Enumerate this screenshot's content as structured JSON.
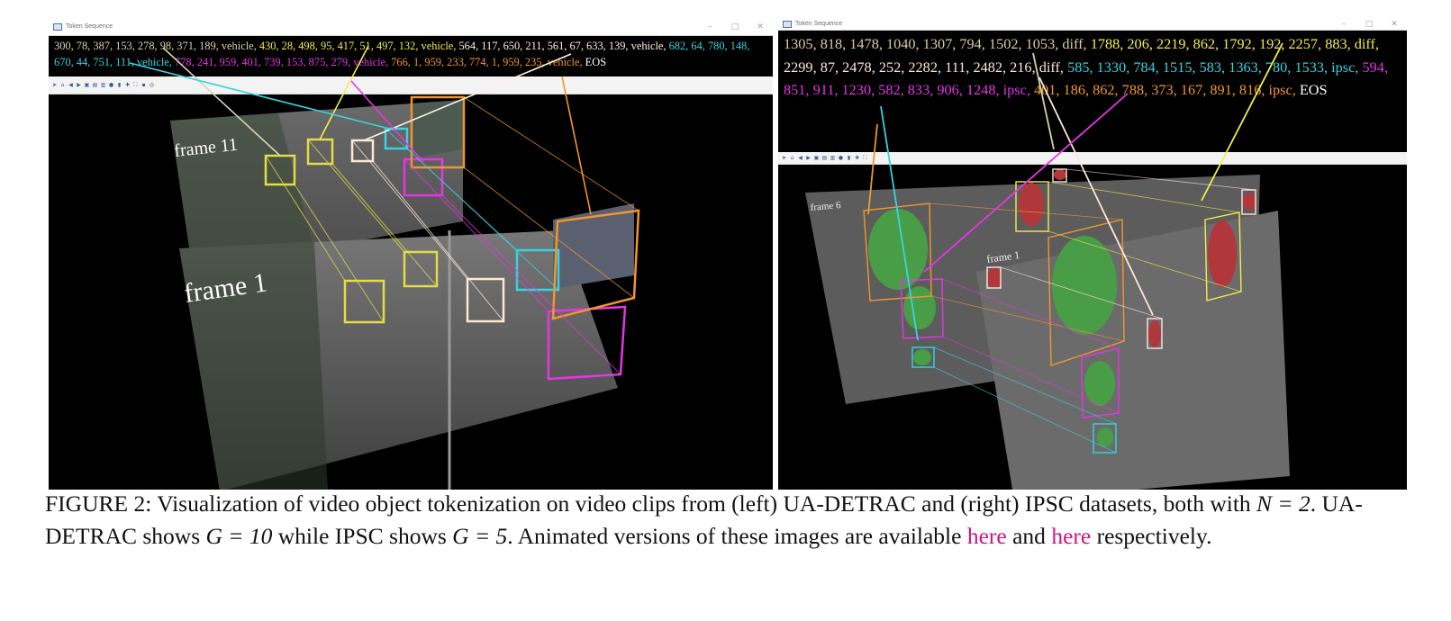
{
  "left": {
    "window_title": "Token Sequence",
    "tokens": [
      {
        "text": "300, 78, 387, 153, 278, 98, 371, 189, vehicle, ",
        "color": "#d8d3b0"
      },
      {
        "text": "430, 28, 498, 95, 417, 51, 497, 132, vehicle, ",
        "color": "#f2ee4a"
      },
      {
        "text": "564, 117, 650, 211, 561, 67, 633, 139, vehicle, ",
        "color": "#fdf2dc"
      },
      {
        "text": "682, 64, 780, 148, 670, 44, 751, 111, vehicle, ",
        "color": "#36d4e2"
      },
      {
        "text": "778, 241, 959, 401, 739, 153, 875, 279, vehicle, ",
        "color": "#e536e5"
      },
      {
        "text": "766, 1, 959, 233, 774, 1, 959, 235, vehicle, ",
        "color": "#f0962e"
      },
      {
        "text": "EOS",
        "color": "#ffffff"
      }
    ],
    "frame_labels": [
      "frame 11",
      "frame 1"
    ]
  },
  "right": {
    "window_title": "Token Sequence",
    "tokens": [
      {
        "text": "1305, 818, 1478, 1040, 1307, 794, 1502, 1053, diff, ",
        "color": "#d8cfa6"
      },
      {
        "text": "1788, 206, 2219, 862, 1792, 192, 2257, 883, diff, ",
        "color": "#f2ee4a"
      },
      {
        "text": "2299, 87, 2478, 252, 2282, 111, 2482, 216, diff, ",
        "color": "#fde6dc"
      },
      {
        "text": "585, 1330, 784, 1515, 583, 1363, 780, 1533, ipsc, ",
        "color": "#36d4e2"
      },
      {
        "text": "594, 851, 911, 1230, 582, 833, 906, 1248, ipsc, ",
        "color": "#e536e5"
      },
      {
        "text": "401, 186, 862, 788, 373, 167, 891, 816, ipsc, ",
        "color": "#f0962e"
      },
      {
        "text": "EOS",
        "color": "#ffffff"
      }
    ],
    "frame_labels": [
      "frame 6",
      "frame 1"
    ]
  },
  "icons": {
    "titlebar": [
      "app-window-icon",
      "minimize-icon",
      "maximize-icon",
      "close-icon"
    ],
    "toolbar": [
      "home-icon",
      "back-icon",
      "forward-icon",
      "pan-icon",
      "zoom-icon",
      "configure-icon",
      "save-icon"
    ]
  },
  "caption": {
    "prefix": "FIGURE 2: Visualization of video object tokenization on video clips from (left) UA-DETRAC and (right) IPSC datasets, both with ",
    "n_eq": "N = 2",
    "mid1": ". UA-DETRAC shows ",
    "g1": "G = 10",
    "mid2": " while IPSC shows ",
    "g2": "G = 5",
    "mid3": ". Animated versions of these images are available ",
    "link1": "here",
    "mid4": " and ",
    "link2": "here",
    "suffix": " respectively."
  }
}
